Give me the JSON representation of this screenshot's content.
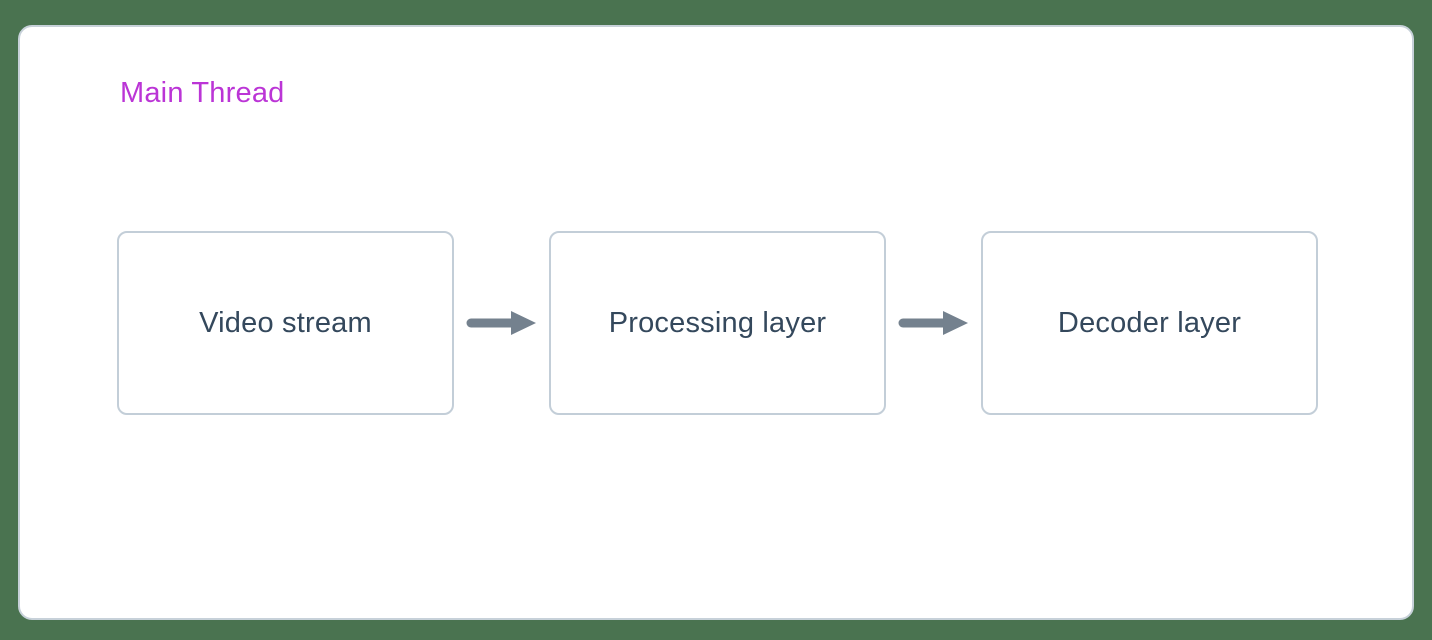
{
  "diagram": {
    "title": "Main Thread",
    "nodes": [
      {
        "label": "Video stream"
      },
      {
        "label": "Processing layer"
      },
      {
        "label": "Decoder layer"
      }
    ],
    "connectors": [
      {
        "from": "Video stream",
        "to": "Processing layer",
        "icon": "arrow-right-icon"
      },
      {
        "from": "Processing layer",
        "to": "Decoder layer",
        "icon": "arrow-right-icon"
      }
    ],
    "colors": {
      "background": "#4a7350",
      "card_background": "#ffffff",
      "card_border": "#c7d1d9",
      "node_border": "#c3ced8",
      "node_text": "#34485c",
      "title_text": "#bb35d6",
      "arrow": "#74818e"
    }
  }
}
